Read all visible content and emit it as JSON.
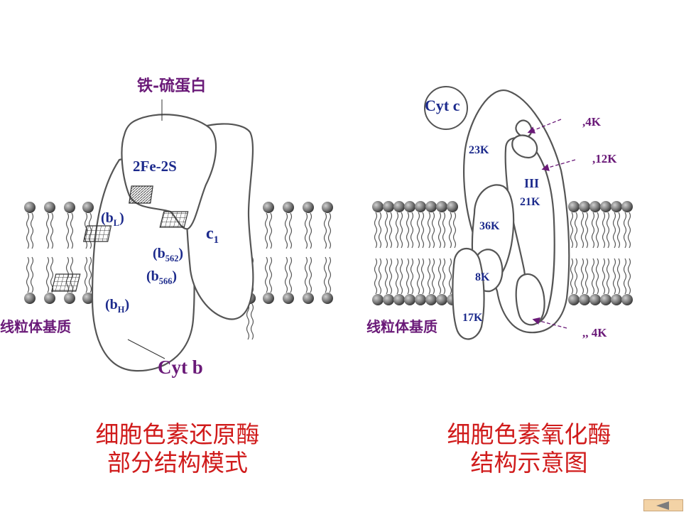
{
  "left_diagram": {
    "iron_sulfur_protein": "铁-硫蛋白",
    "cluster": "2Fe-2S",
    "bL": {
      "open": "(b",
      "sub": "L",
      "close": ")"
    },
    "b562": {
      "open": "(b",
      "sub": "562",
      "close": ")"
    },
    "b566": {
      "open": "(b",
      "sub": "566",
      "close": ")"
    },
    "bH": {
      "open": "(b",
      "sub": "H",
      "close": ")"
    },
    "c1": {
      "base": "c",
      "sub": "1"
    },
    "cyt_b": "Cyt b",
    "matrix": "线粒体基质",
    "caption_line1": "细胞色素还原酶",
    "caption_line2": "部分结构模式"
  },
  "right_diagram": {
    "cyt_c": "Cyt c",
    "k23": "23K",
    "k4_top": ",4K",
    "k12": ",12K",
    "iii": "III",
    "k21": "21K",
    "k36": "36K",
    "k8": "8K",
    "k17": "17K",
    "k4_bottom": ",, 4K",
    "matrix": "线粒体基质",
    "caption_line1": "细胞色素氧化酶",
    "caption_line2": "结构示意图"
  },
  "colors": {
    "blue": "#1c2a8c",
    "purple": "#6a1a78",
    "red": "#d01b1b",
    "outline": "#555555"
  },
  "nav": {
    "icon": "back-arrow-icon"
  }
}
